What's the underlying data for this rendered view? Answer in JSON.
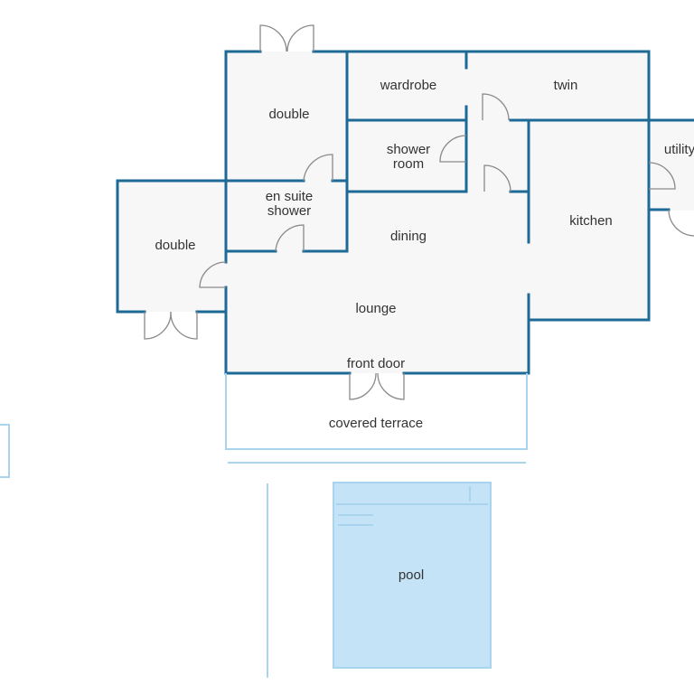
{
  "colors": {
    "wall": "#1e6a97",
    "room_fill": "#f7f7f7",
    "light_line": "#a9d4ee",
    "pool_fill": "#c5e3f6",
    "door_line": "#8a8a8a",
    "text": "#333333"
  },
  "rooms": {
    "double_top": "double",
    "wardrobe": "wardrobe",
    "twin": "twin",
    "shower_room_line1": "shower",
    "shower_room_line2": "room",
    "utility": "utility",
    "en_suite_line1": "en suite",
    "en_suite_line2": "shower",
    "double_left": "double",
    "dining": "dining",
    "kitchen": "kitchen",
    "lounge": "lounge",
    "front_door": "front door",
    "covered_terrace": "covered terrace",
    "pool": "pool"
  }
}
